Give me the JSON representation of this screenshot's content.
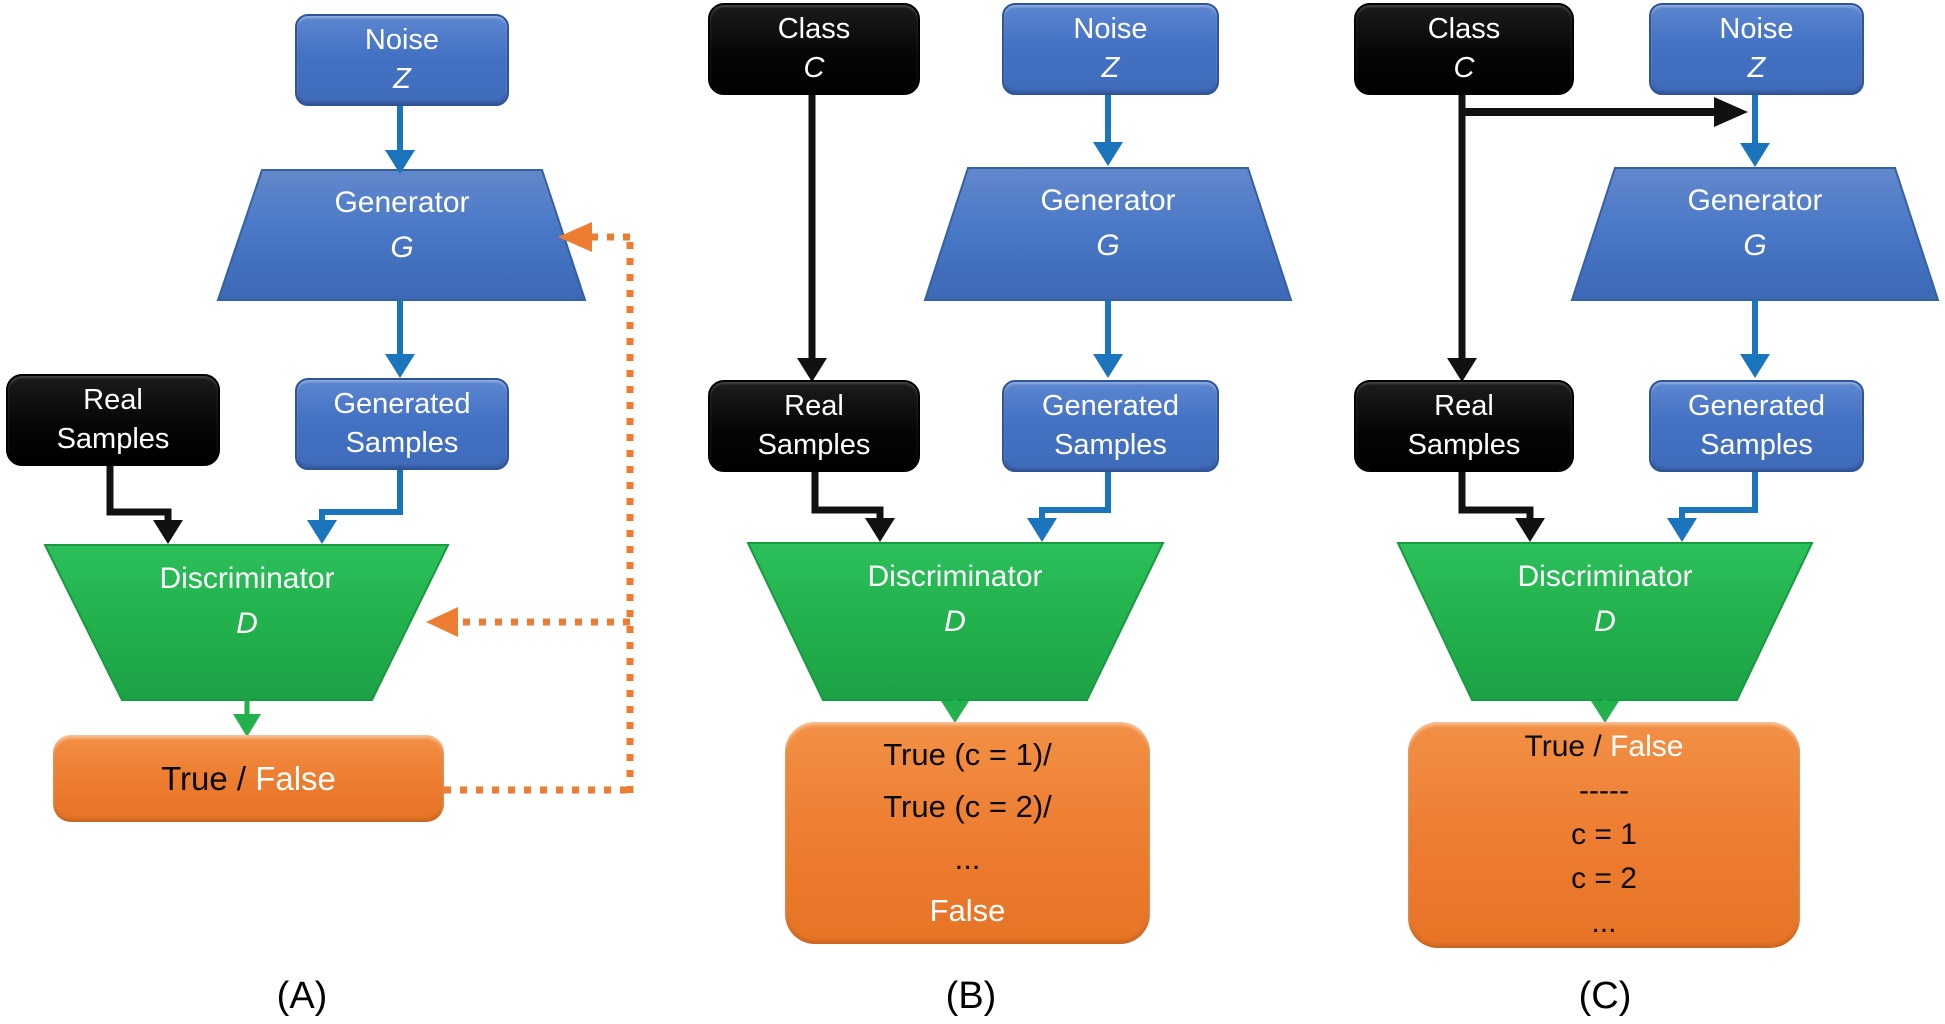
{
  "colors": {
    "box_blue": "#4472c4",
    "box_black": "#0a0a0a",
    "box_orange": "#ed7d31",
    "trapezoid_blue": "#4472c4",
    "trapezoid_green": "#22b14c",
    "arrow_blue": "#1b75bc",
    "arrow_black": "#111111",
    "arrow_green": "#22b14c",
    "feedback_orange": "#ed7d31"
  },
  "panels": [
    {
      "label": "(A)",
      "noise": {
        "line1": "Noise",
        "line2": "Z"
      },
      "generator": {
        "line1": "Generator",
        "line2": "G"
      },
      "generated": {
        "line1": "Generated",
        "line2": "Samples"
      },
      "real": {
        "line1": "Real",
        "line2": "Samples"
      },
      "discriminator": {
        "line1": "Discriminator",
        "line2": "D"
      },
      "output": {
        "true_word": "True",
        "separator": " / ",
        "false_word": "False"
      }
    },
    {
      "label": "(B)",
      "class_box": {
        "line1": "Class",
        "line2": "C"
      },
      "noise": {
        "line1": "Noise",
        "line2": "Z"
      },
      "generator": {
        "line1": "Generator",
        "line2": "G"
      },
      "generated": {
        "line1": "Generated",
        "line2": "Samples"
      },
      "real": {
        "line1": "Real",
        "line2": "Samples"
      },
      "discriminator": {
        "line1": "Discriminator",
        "line2": "D"
      },
      "output": {
        "lines": [
          "True (c = 1)/",
          "True (c = 2)/",
          "...",
          "False"
        ]
      }
    },
    {
      "label": "(C)",
      "class_box": {
        "line1": "Class",
        "line2": "C"
      },
      "noise": {
        "line1": "Noise",
        "line2": "Z"
      },
      "generator": {
        "line1": "Generator",
        "line2": "G"
      },
      "generated": {
        "line1": "Generated",
        "line2": "Samples"
      },
      "real": {
        "line1": "Real",
        "line2": "Samples"
      },
      "discriminator": {
        "line1": "Discriminator",
        "line2": "D"
      },
      "output": {
        "true_word": "True",
        "separator": " / ",
        "false_word": "False",
        "dashes": "-----",
        "c1": "c = 1",
        "c2": "c = 2",
        "ellipsis": "..."
      }
    }
  ]
}
